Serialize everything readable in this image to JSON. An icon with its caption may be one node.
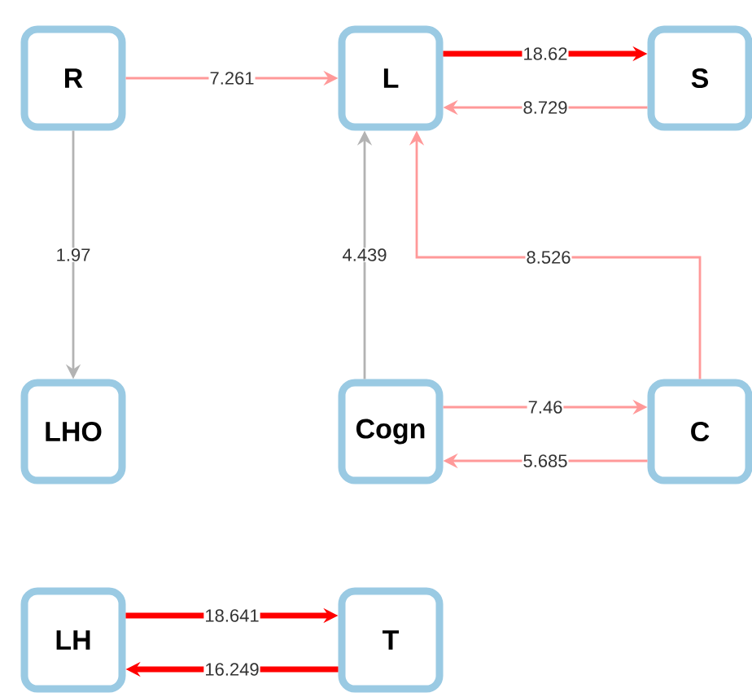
{
  "diagram": {
    "nodes": [
      {
        "text": [
          "R"
        ]
      },
      {
        "text": [
          "L"
        ]
      },
      {
        "text": [
          "S"
        ]
      },
      {
        "text": [
          "LHO"
        ]
      },
      {
        "text": [
          "Cogn"
        ]
      },
      {
        "text": [
          "C"
        ]
      },
      {
        "text": [
          "LH"
        ]
      },
      {
        "text": [
          "T"
        ]
      }
    ],
    "edges": [
      {
        "from": 0,
        "to": 1,
        "arrow": "to",
        "label": "7.261"
      },
      {
        "from": 1,
        "to": 2,
        "arrow": "to",
        "label": "18.62",
        "style": "thick",
        "color": "#ff0000"
      },
      {
        "from": 2,
        "to": 1,
        "arrow": "to",
        "label": "8.729"
      },
      {
        "from": 0,
        "to": 3,
        "arrow": "to",
        "label": "1.97",
        "color": "#b3b3b3"
      },
      {
        "from": 4,
        "to": 1,
        "arrow": "to",
        "label": "4.439",
        "color": "#b3b3b3"
      },
      {
        "from": 5,
        "to": 1,
        "arrow": "to",
        "label": "8.526"
      },
      {
        "from": 4,
        "to": 5,
        "arrow": "to",
        "label": "7.46"
      },
      {
        "from": 5,
        "to": 4,
        "arrow": "to",
        "label": "5.685"
      },
      {
        "from": 6,
        "to": 7,
        "arrow": "to",
        "label": "18.641",
        "style": "thick",
        "color": "#ff0000"
      },
      {
        "from": 7,
        "to": 6,
        "arrow": "to",
        "label": "16.249",
        "style": "thick",
        "color": "#ff0000"
      }
    ]
  }
}
